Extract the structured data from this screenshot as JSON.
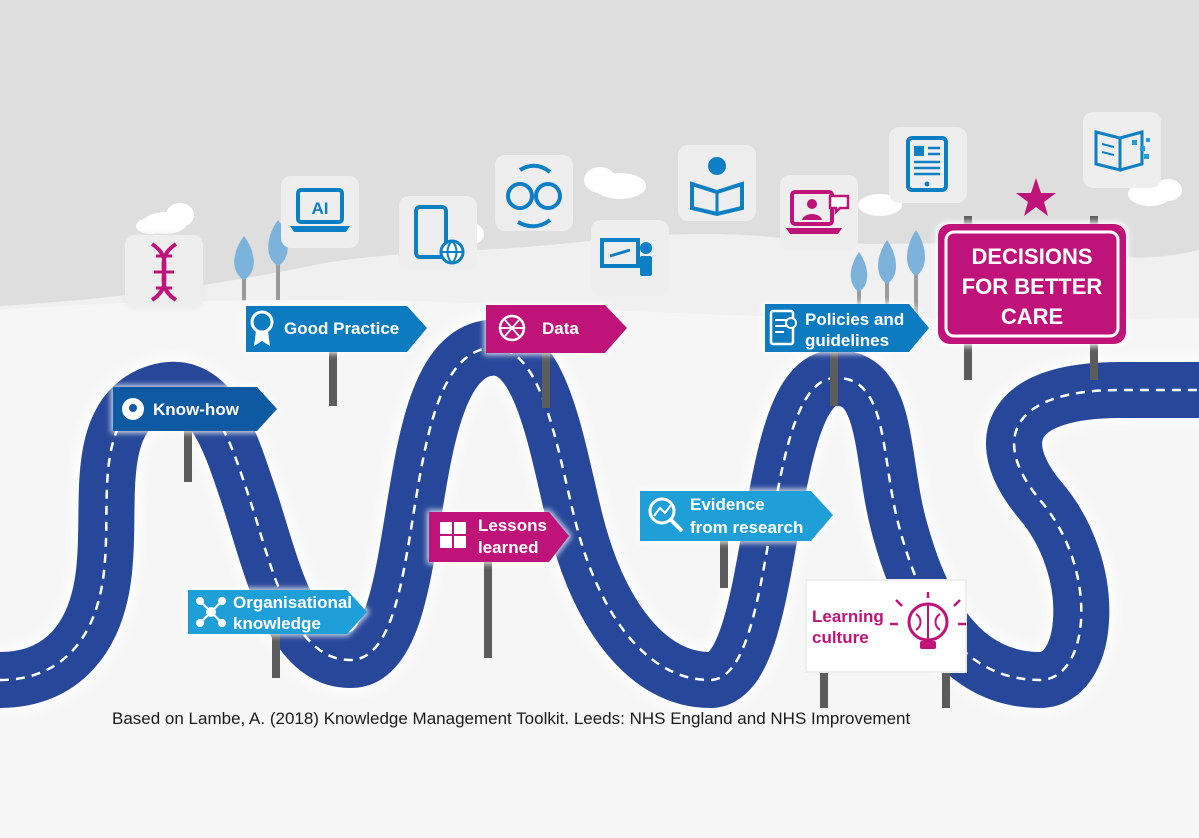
{
  "signs": {
    "know_how": "Know-how",
    "good_practice": "Good Practice",
    "data": "Data",
    "policies": [
      "Policies and",
      "guidelines"
    ],
    "organisational_knowledge": [
      "Organisational",
      "knowledge"
    ],
    "lessons_learned": [
      "Lessons",
      "learned"
    ],
    "evidence": [
      "Evidence",
      "from research"
    ],
    "learning_culture": [
      "Learning",
      "culture"
    ]
  },
  "destination": [
    "DECISIONS",
    "FOR BETTER",
    "CARE"
  ],
  "icon_labels": {
    "ai": "AI"
  },
  "icons": [
    "dna-icon",
    "ai-laptop-icon",
    "tablet-globe-icon",
    "heads-exchange-icon",
    "presentation-icon",
    "reader-icon",
    "video-call-icon",
    "e-reader-icon",
    "digital-book-icon"
  ],
  "caption": "Based on Lambe, A. (2018) Knowledge Management Toolkit. Leeds: NHS England and NHS Improvement",
  "colors": {
    "road": "#27479a",
    "dark_blue": "#0d5aa2",
    "mid_blue": "#0c7bc0",
    "light_blue": "#1e9fd8",
    "magenta": "#c0137a",
    "icon_blue": "#0d7fc4",
    "pole": "#5c5c5c",
    "background": "#f0f0f0"
  }
}
